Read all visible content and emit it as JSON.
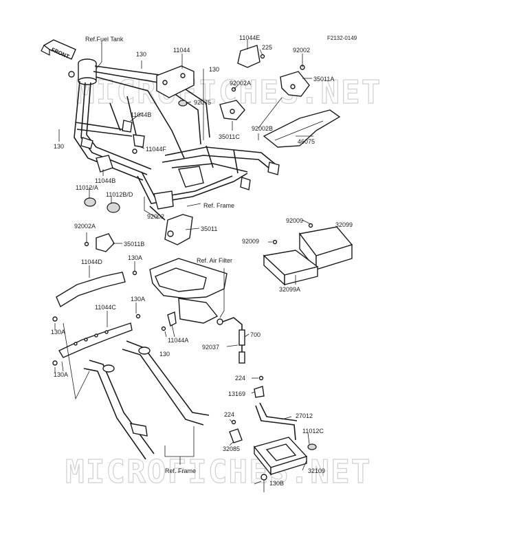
{
  "diagram": {
    "figure_code": "F2132-0149",
    "front_badge": "FRONT",
    "watermarks": [
      "MICROFICHES.NET",
      "MICROFICHES.NET"
    ],
    "labels": {
      "ref_fuel_tank": "Ref.Fuel Tank",
      "p130_a": "130",
      "p11044": "11044",
      "p130_b": "130",
      "p11044e": "11044E",
      "p225": "225",
      "p92002_a": "92002",
      "p35011a": "35011A",
      "p92002a_a": "92002A",
      "p92075": "92075",
      "p11044b_a": "11044B",
      "p35011c": "35011C",
      "p92002b": "92002B",
      "p46075": "46075",
      "p130_c": "130",
      "p11044f": "11044F",
      "p11044b_b": "11044B",
      "p11012a": "11012/A",
      "p11012bd": "11012B/D",
      "ref_frame_a": "Ref. Frame",
      "p92002_b": "92002",
      "p92002a_b": "92002A",
      "p35011": "35011",
      "p35011b": "35011B",
      "p92009_a": "92009",
      "p32099": "32099",
      "p92009_b": "92009",
      "p32099a": "32099A",
      "p11044d": "11044D",
      "p130a_a": "130A",
      "ref_air_filter": "Ref. Air Filter",
      "p130a_b": "130A",
      "p11044c": "11044C",
      "p130a_c": "130A",
      "p11044a": "11044A",
      "p130_d": "130",
      "p92037": "92037",
      "p700": "700",
      "p130a_d": "130A",
      "p224_a": "224",
      "p13169": "13169",
      "p224_b": "224",
      "p27012": "27012",
      "p11012c": "11012C",
      "p32085": "32085",
      "ref_frame_b": "Ref. Frame",
      "p32109": "32109",
      "p130b": "130B"
    }
  }
}
